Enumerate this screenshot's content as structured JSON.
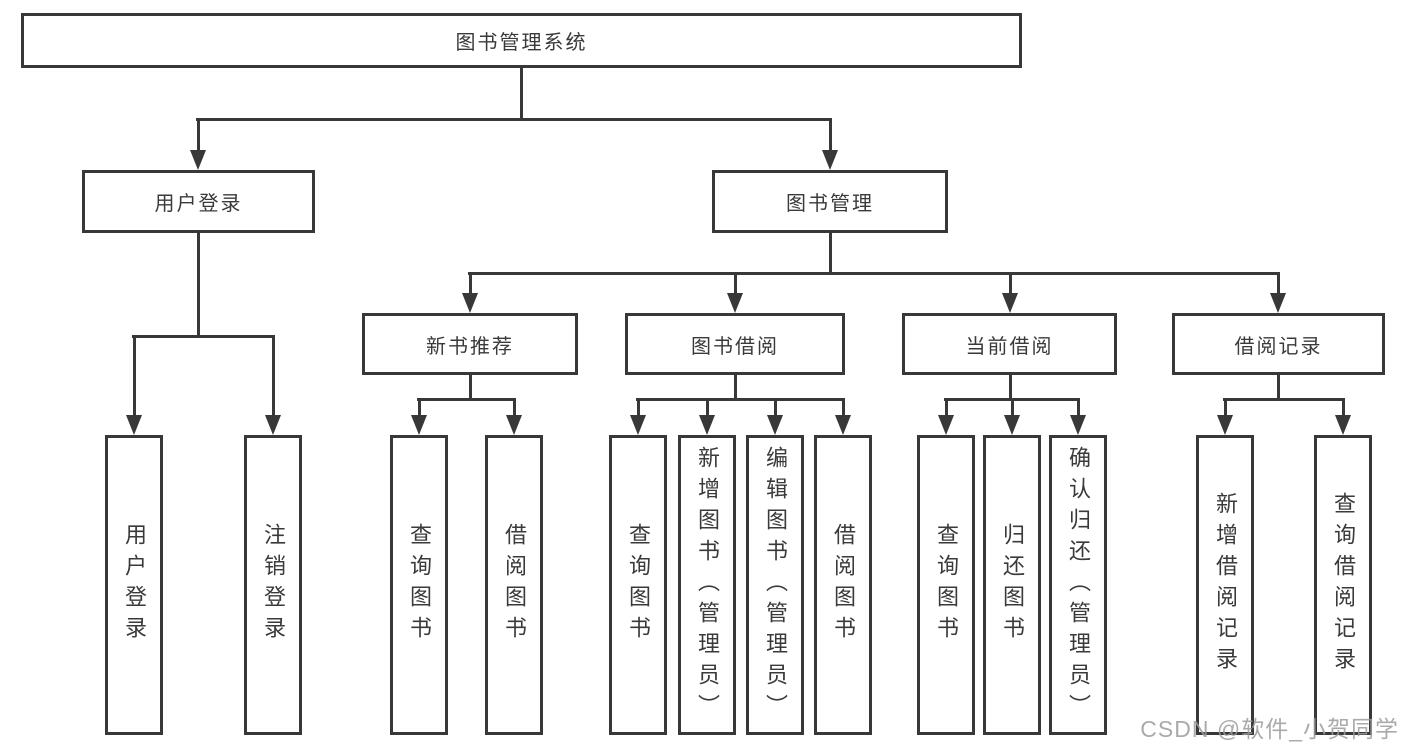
{
  "diagram": {
    "root_label": "图书管理系统",
    "level1": {
      "user_login": "用户登录",
      "book_mgmt": "图书管理"
    },
    "level2": {
      "new_book_rec": "新书推荐",
      "book_borrow": "图书借阅",
      "current_borrow": "当前借阅",
      "borrow_record": "借阅记录"
    },
    "leaves": {
      "user_login": "用户登录",
      "logout": "注销登录",
      "query_book_newrec": "查询图书",
      "borrow_book_newrec": "借阅图书",
      "query_book_borrow": "查询图书",
      "add_book_admin": "新增图书（管理员）",
      "edit_book_admin": "编辑图书（管理员）",
      "borrow_book_borrow": "借阅图书",
      "query_book_current": "查询图书",
      "return_book": "归还图书",
      "confirm_return_admin": "确认归还（管理员）",
      "add_borrow_record": "新增借阅记录",
      "query_borrow_record": "查询借阅记录"
    }
  },
  "watermark": "CSDN @软件_小贺同学",
  "colors": {
    "line": "#383838",
    "text": "#3a3a3a",
    "watermark": "#9c9c9c",
    "background": "#ffffff"
  }
}
